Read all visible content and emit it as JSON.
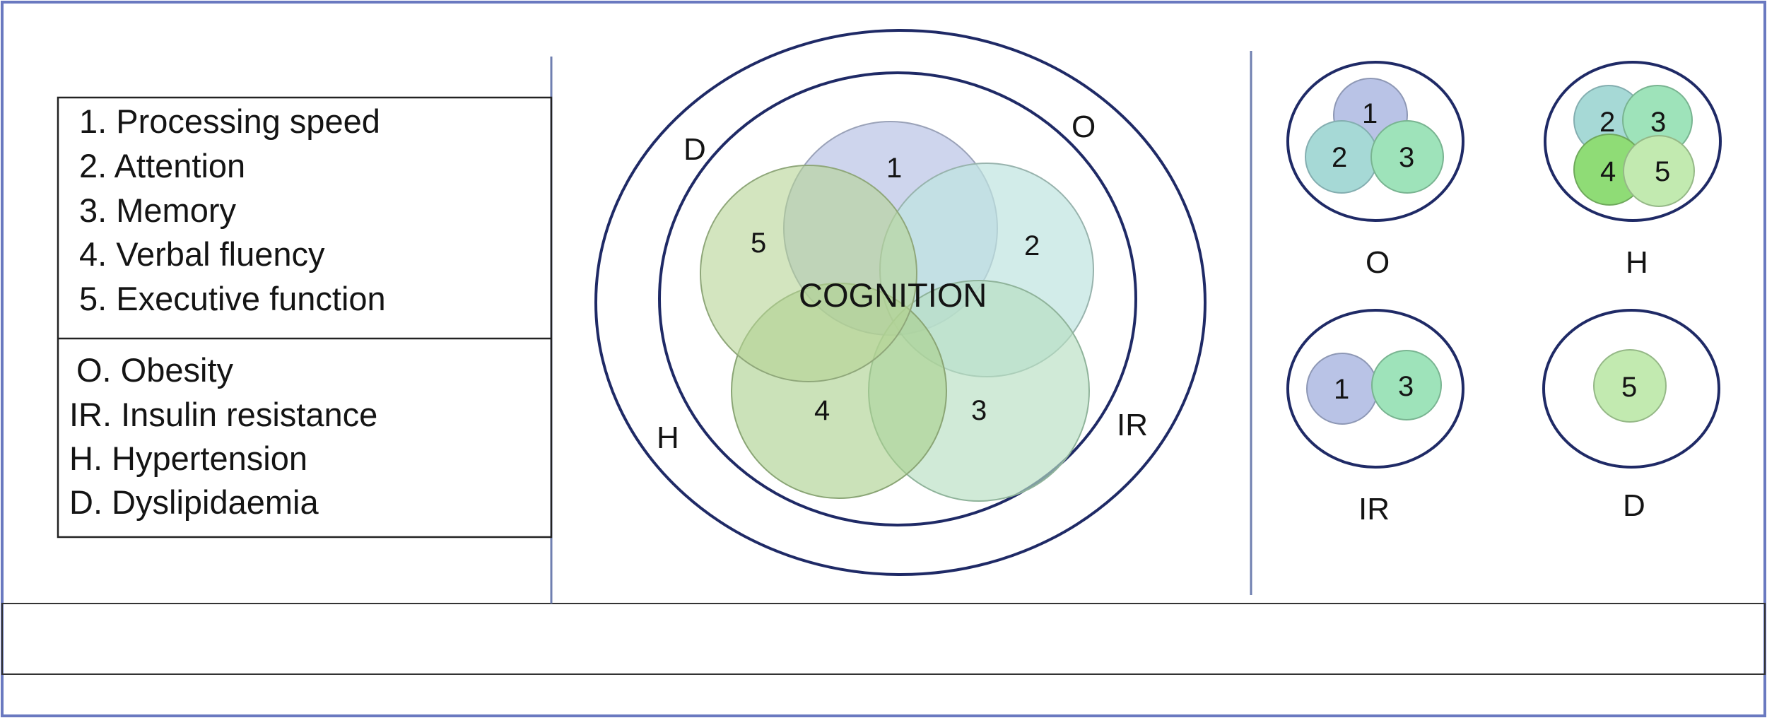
{
  "legend": {
    "domains": [
      "1. Processing speed",
      "2. Attention",
      "3. Memory",
      "4. Verbal fluency",
      "5. Executive function"
    ],
    "conditions": [
      "O. Obesity",
      "IR. Insulin resistance",
      "H. Hypertension",
      "D. Dyslipidaemia"
    ]
  },
  "main_diagram": {
    "center_label": "COGNITION",
    "outer_labels": {
      "D": "D",
      "O": "O",
      "H": "H",
      "IR": "IR"
    },
    "domain_numbers": [
      "1",
      "2",
      "3",
      "4",
      "5"
    ],
    "colors": {
      "domain_1": "#b9c3e6",
      "domain_2": "#bfe4df",
      "domain_3": "#b7dfc2",
      "domain_4": "#a9cf8a",
      "domain_5": "#b5d395",
      "ring": "#1f2a66",
      "frame": "#5a6cb8"
    }
  },
  "small_diagrams": [
    {
      "label": "O",
      "numbers": [
        "1",
        "2",
        "3"
      ]
    },
    {
      "label": "H",
      "numbers": [
        "2",
        "3",
        "4",
        "5"
      ]
    },
    {
      "label": "IR",
      "numbers": [
        "1",
        "3"
      ]
    },
    {
      "label": "D",
      "numbers": [
        "5"
      ]
    }
  ]
}
